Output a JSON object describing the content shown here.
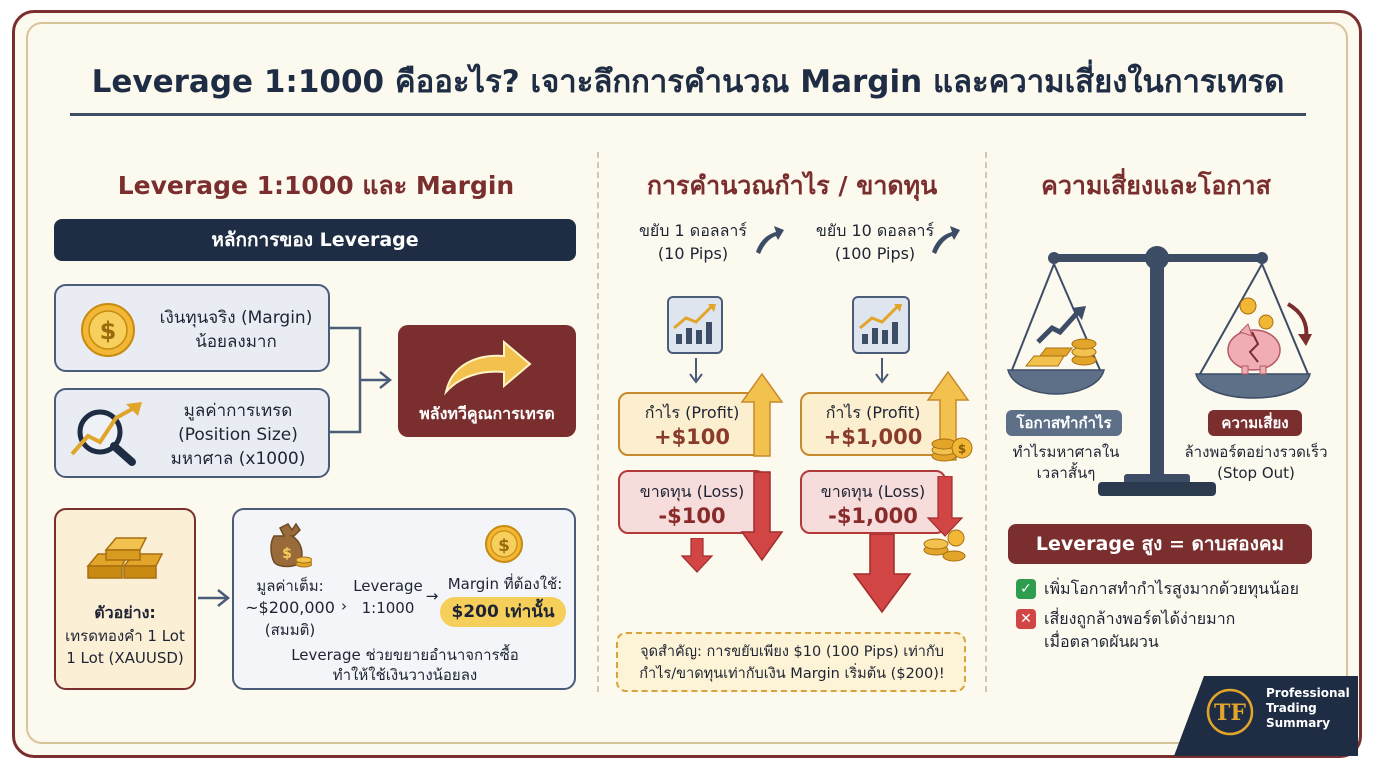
{
  "title": "Leverage 1:1000 คืออะไร? เจาะลึกการคำนวณ Margin และความเสี่ยงในการเทรด",
  "colors": {
    "maroon": "#7a2e2e",
    "navy": "#1e2d44",
    "gold": "#f6cf5a",
    "green": "#2e9d4e",
    "red": "#d24545"
  },
  "left": {
    "heading": "Leverage 1:1000 และ Margin",
    "banner": "หลักการของ Leverage",
    "margin_box": {
      "line1": "เงินทุนจริง (Margin)",
      "line2": "น้อยลงมาก",
      "icon": "coin-dollar-icon"
    },
    "position_box": {
      "line1": "มูลค่าการเทรด",
      "line2": "(Position Size)",
      "line3": "มหาศาล (x1000)",
      "icon": "magnifier-chart-icon"
    },
    "power_label": "พลังทวีคูณการเทรด",
    "example": {
      "label": "ตัวอย่าง:",
      "line2": "เทรดทองคำ 1 Lot",
      "line3": "1 Lot (XAUUSD)",
      "icon": "gold-bars-icon"
    },
    "calc": {
      "full_value_label": "มูลค่าเต็ม:",
      "full_value": "~$200,000",
      "assume": "(สมมติ)",
      "leverage_label": "Leverage",
      "leverage_value": "1:1000",
      "margin_label": "Margin ที่ต้องใช้:",
      "margin_value": "$200 เท่านั้น",
      "note_line1": "Leverage ช่วยขยายอำนาจการซื้อ",
      "note_line2": "ทำให้ใช้เงินวางน้อยลง"
    }
  },
  "middle": {
    "heading": "การคำนวณกำไร / ขาดทุน",
    "cols": [
      {
        "move": "ขยับ 1 ดอลลาร์",
        "pips": "(10 Pips)",
        "profit_label": "กำไร (Profit)",
        "profit": "+$100",
        "loss_label": "ขาดทุน (Loss)",
        "loss": "-$100"
      },
      {
        "move": "ขยับ 10 ดอลลาร์",
        "pips": "(100 Pips)",
        "profit_label": "กำไร (Profit)",
        "profit": "+$1,000",
        "loss_label": "ขาดทุน (Loss)",
        "loss": "-$1,000"
      }
    ],
    "note_line1": "จุดสำคัญ: การขยับเพียง $10 (100 Pips) เท่ากับ",
    "note_line2": "กำไร/ขาดทุนเท่ากับเงิน Margin เริ่มต้น ($200)!"
  },
  "right": {
    "heading": "ความเสี่ยงและโอกาส",
    "opportunity_tag": "โอกาสทำกำไร",
    "opportunity_line1": "ทำไรมหาศาลใน",
    "opportunity_line2": "เวลาสั้นๆ",
    "risk_tag": "ความเสี่ยง",
    "risk_line1": "ล้างพอร์ตอย่างรวดเร็ว",
    "risk_line2": "(Stop Out)",
    "banner": "Leverage สูง = ดาบสองคม",
    "pros": "เพิ่มโอกาสทำกำไรสูงมากด้วยทุนน้อย",
    "cons_line1": "เสี่ยงถูกล้างพอร์ตได้ง่ายมาก",
    "cons_line2": "เมื่อตลาดผันผวน"
  },
  "brand": {
    "monogram": "TF",
    "line1": "Professional",
    "line2": "Trading",
    "line3": "Summary"
  }
}
